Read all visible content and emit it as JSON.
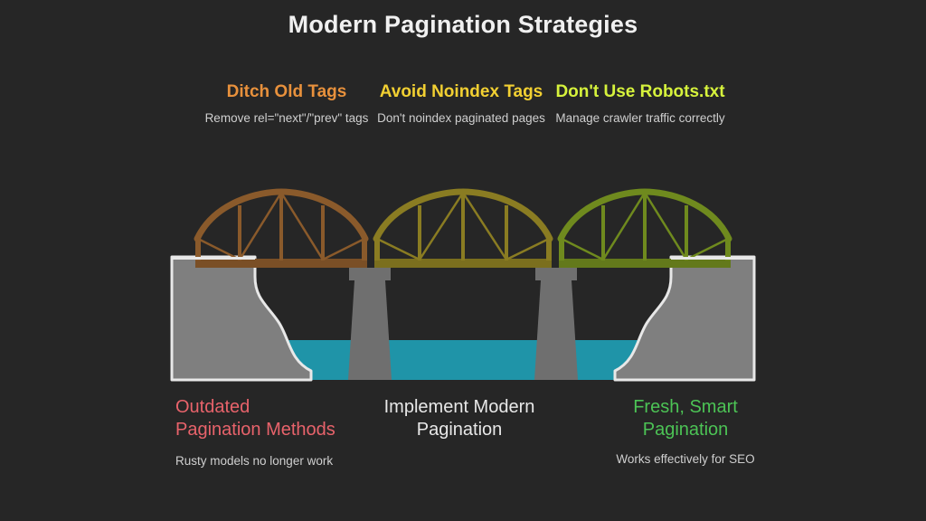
{
  "page": {
    "title": "Modern Pagination Strategies",
    "background_color": "#262626"
  },
  "top_callouts": [
    {
      "id": "ditch",
      "headline": "Ditch Old Tags",
      "sub": "Remove rel=\"next\"/\"prev\" tags",
      "color": "#e8913c"
    },
    {
      "id": "avoid",
      "headline": "Avoid Noindex Tags",
      "sub": "Don't noindex paginated pages",
      "color": "#f2d032"
    },
    {
      "id": "robots",
      "headline": "Don't Use Robots.txt",
      "sub": "Manage crawler traffic correctly",
      "color": "#d6f23c"
    }
  ],
  "bottom_callouts": [
    {
      "id": "outdated",
      "headline": "Outdated Pagination Methods",
      "sub": "Rusty models no longer work",
      "color": "#e8636b"
    },
    {
      "id": "implement",
      "headline": "Implement Modern Pagination",
      "sub": "",
      "color": "#e8e8e8"
    },
    {
      "id": "fresh",
      "headline": "Fresh, Smart Pagination",
      "sub": "Works effectively for SEO",
      "color": "#4cc355"
    }
  ],
  "illustration": {
    "name": "three-span-truss-bridge",
    "span_colors": {
      "left": "#8a5a2b",
      "middle": "#8a7c22",
      "right": "#6f8a1e"
    },
    "abutment_color": "#7f7f7f",
    "abutment_outline_color": "#e8e8e8",
    "pier_color": "#6f6f6f",
    "water_color": "#1f94a8",
    "deck_colors": {
      "left": "#7a4f26",
      "middle": "#7b6f1e",
      "right": "#63791b"
    }
  }
}
